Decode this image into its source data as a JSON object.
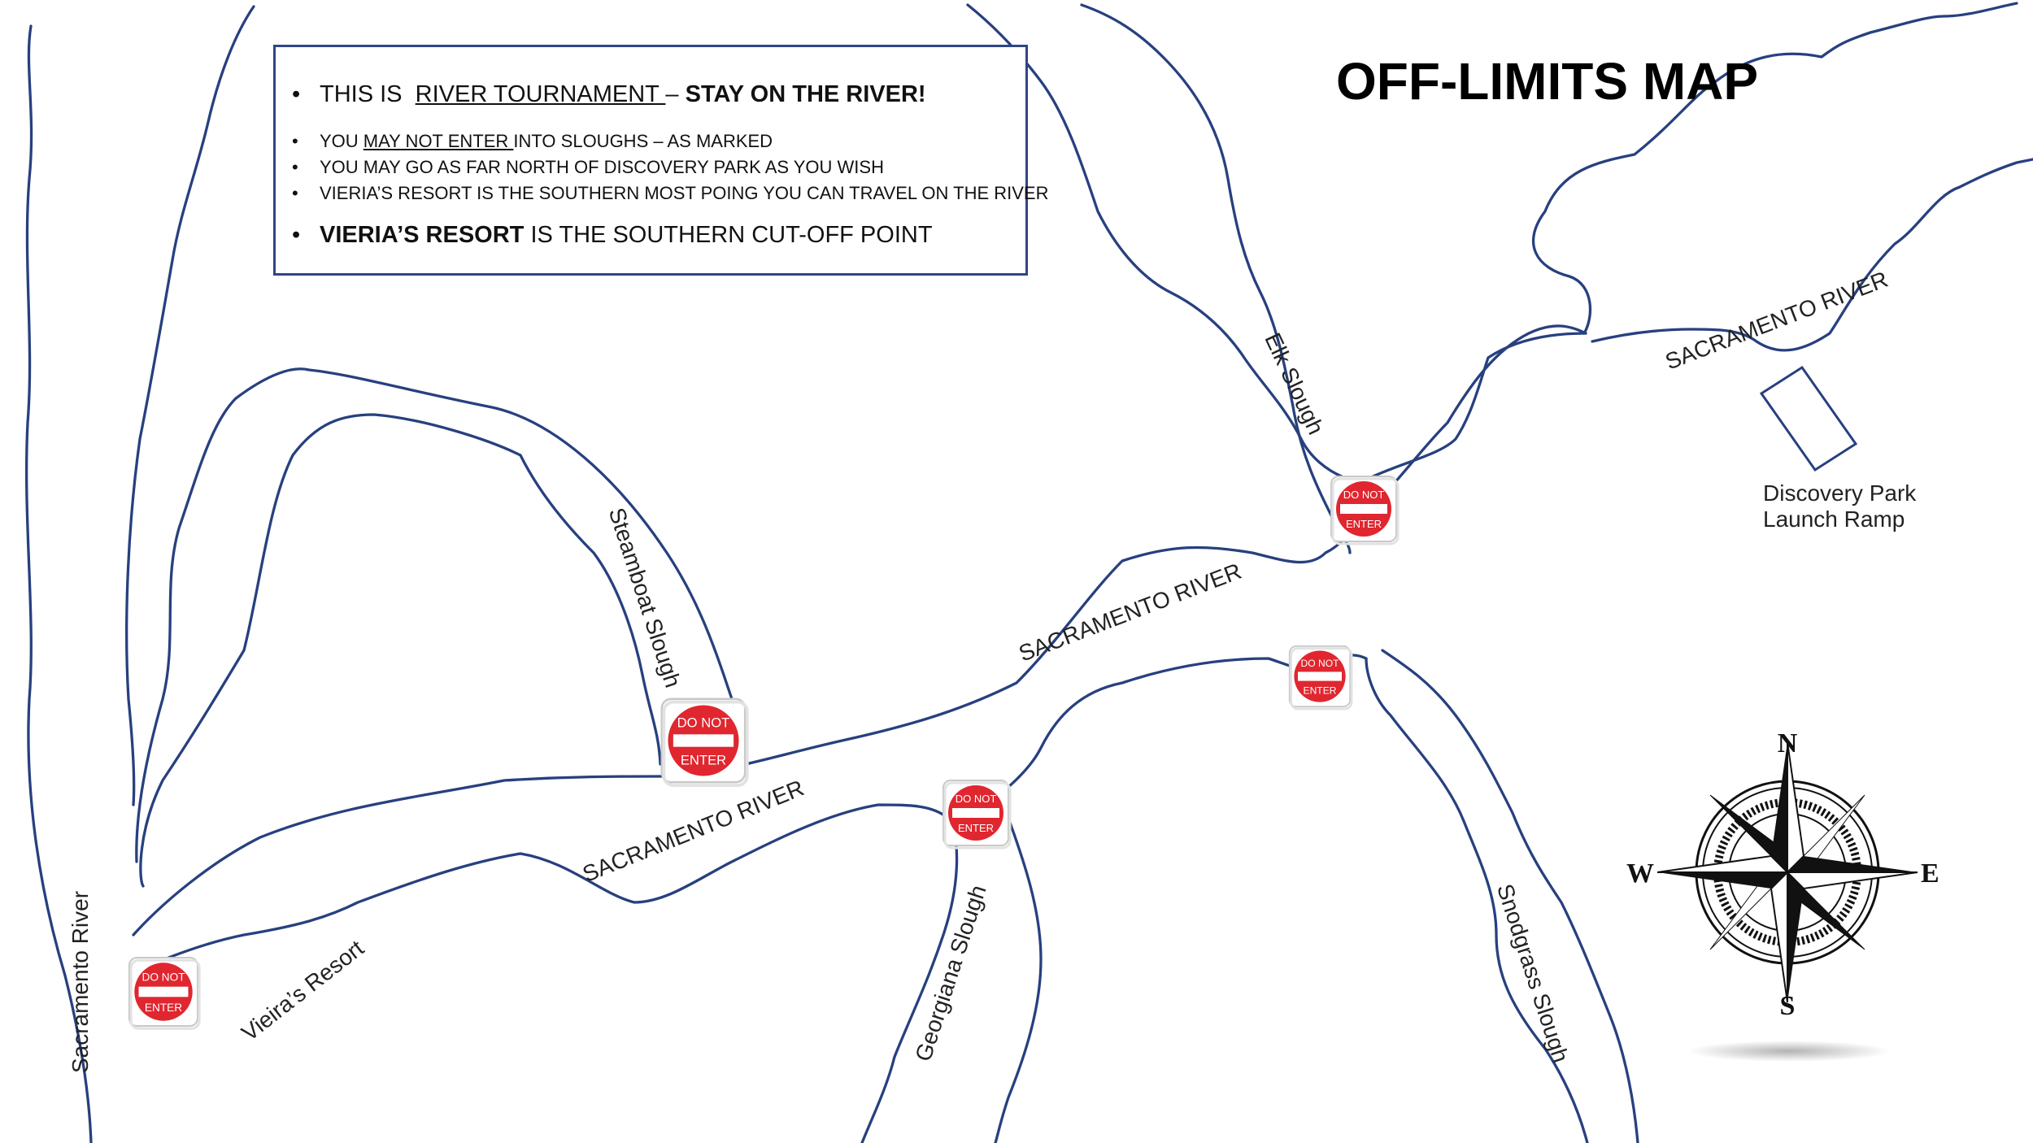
{
  "title": "OFF-LIMITS MAP",
  "notice": {
    "line1": {
      "prefix": "THIS IS  ",
      "underlined": "RIVER TOURNAMENT ",
      "dash": "– ",
      "bold": "STAY ON THE RIVER!"
    },
    "line2": {
      "prefix": "YOU ",
      "underlined": "MAY NOT ENTER ",
      "suffix": "INTO SLOUGHS – AS MARKED"
    },
    "line3": "YOU MAY GO AS FAR NORTH OF DISCOVERY PARK AS YOU WISH",
    "line4": "VIERIA’S RESORT IS THE SOUTHERN MOST POING YOU CAN TRAVEL ON THE RIVER",
    "line5": {
      "bold": "VIERIA’S RESORT",
      "suffix": " IS THE SOUTHERN CUT-OFF POINT"
    }
  },
  "labels": {
    "sac_river_left": "Sacramento River",
    "vieiras_resort": "Vieira’s Resort",
    "sac_river_lower": "SACRAMENTO RIVER",
    "georgiana": "Georgiana Slough",
    "steamboat": "Steamboat Slough",
    "sac_river_mid": "SACRAMENTO RIVER",
    "elk": "Elk Slough",
    "sac_river_upper": "SACRAMENTO RIVER",
    "discovery_line1": "Discovery Park",
    "discovery_line2": "Launch Ramp",
    "snodgrass": "Snodgrass Slough"
  },
  "sign": {
    "top": "DO NOT",
    "bottom": "ENTER"
  },
  "compass": {
    "n": "N",
    "s": "S",
    "e": "E",
    "w": "W"
  },
  "colors": {
    "river_bank": "#27407f",
    "sign_red": "#e0262f",
    "box_border": "#2f4587"
  }
}
